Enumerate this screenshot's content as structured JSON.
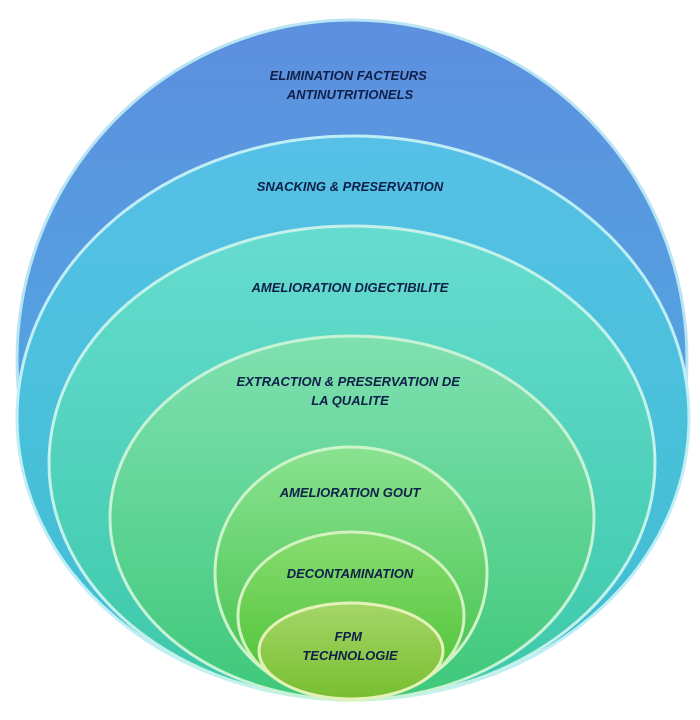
{
  "diagram": {
    "layers": [
      {
        "lines": [
          "ELIMINATION FACTEURS",
          "ANTINUTRITIONELS"
        ],
        "color_top": "#5d8fdf",
        "color_bottom": "#4ab4e0"
      },
      {
        "lines": [
          "SNACKING & PRESERVATION"
        ],
        "color_top": "#56c0e6",
        "color_bottom": "#3ebfcf"
      },
      {
        "lines": [
          "AMELIORATION DIGECTIBILITE"
        ],
        "color_top": "#66dcd0",
        "color_bottom": "#3cc8a8"
      },
      {
        "lines": [
          "EXTRACTION  & PRESERVATION DE",
          "LA QUALITE"
        ],
        "color_top": "#80e0b0",
        "color_bottom": "#3ec87a"
      },
      {
        "lines": [
          "AMELIORATION GOUT"
        ],
        "color_top": "#8ae290",
        "color_bottom": "#40c04a"
      },
      {
        "lines": [
          "DECONTAMINATION"
        ],
        "color_top": "#88dc70",
        "color_bottom": "#48c030"
      },
      {
        "lines": [
          "FPM",
          "TECHNOLOGIE"
        ],
        "color_top": "#a4d668",
        "color_bottom": "#78be30"
      }
    ]
  }
}
